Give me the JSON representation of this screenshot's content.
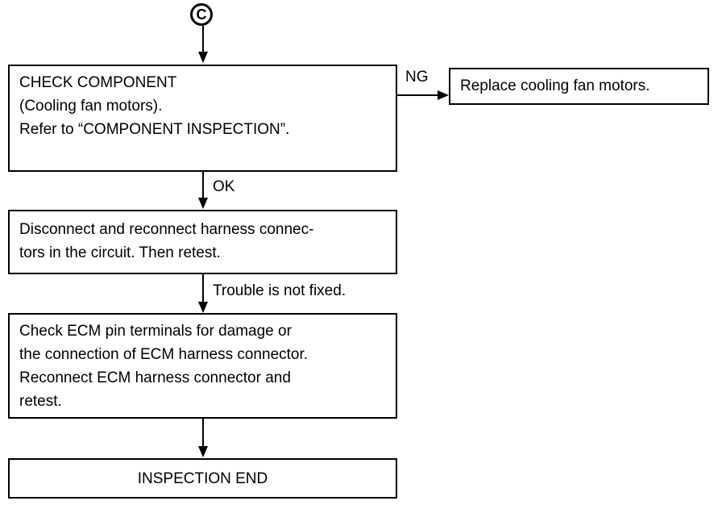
{
  "connector": {
    "label": "C"
  },
  "check_component": {
    "line1": "CHECK COMPONENT",
    "line2": "(Cooling fan motors).",
    "line3": "Refer to “COMPONENT INSPECTION”."
  },
  "ng_label": "NG",
  "replace_box": {
    "text": "Replace cooling fan motors."
  },
  "ok_label": "OK",
  "disconnect_box": {
    "line1": "Disconnect and reconnect harness connec-",
    "line2": "tors in the circuit. Then retest."
  },
  "trouble_label": "Trouble is not fixed.",
  "check_ecm_box": {
    "line1": "Check ECM pin terminals for damage or",
    "line2": "the connection of ECM harness connector.",
    "line3": "Reconnect ECM harness connector and",
    "line4": "retest."
  },
  "end_box": {
    "text": "INSPECTION END"
  }
}
